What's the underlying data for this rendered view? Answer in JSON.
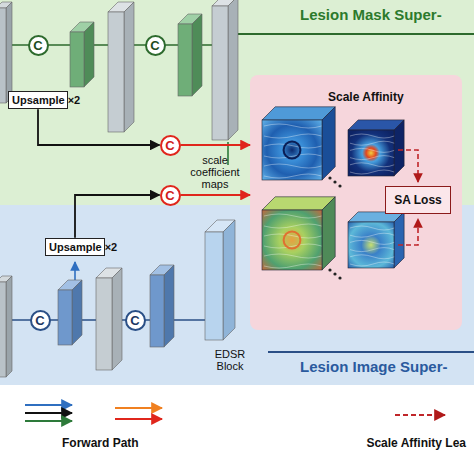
{
  "diagram": {
    "nodes": [
      {
        "text": [
          "Lesion Mask Super-"
        ]
      },
      {
        "text": [
          "C"
        ],
        "in": 0
      },
      {
        "text": [
          "C"
        ],
        "in": 0
      },
      {
        "text": [
          "Upsample ×2"
        ],
        "in": 0
      },
      {
        "text": [
          "C"
        ],
        "in": 0
      },
      {
        "text": [
          "C"
        ],
        "in": 0
      },
      {
        "text": [
          "Lesion Image Super-"
        ]
      },
      {
        "text": [
          "Upsample ×2"
        ],
        "in": 6
      },
      {
        "text": [
          "C"
        ],
        "in": 6
      },
      {
        "text": [
          "C"
        ],
        "in": 6
      },
      {
        "text": [
          "Scale Affinity"
        ]
      },
      {
        "text": [
          "SA Loss"
        ],
        "in": 10
      }
    ],
    "edges": [
      {
        "from": 3,
        "to": 4,
        "arrow": "to"
      },
      {
        "from": 4,
        "to": 10,
        "arrow": "to"
      },
      {
        "from": 5,
        "to": 10,
        "arrow": "to"
      },
      {
        "from": 7,
        "to": 5,
        "arrow": "to"
      }
    ],
    "labels": [
      "scale coefficient maps",
      "EDSR Block"
    ],
    "legend": [
      {
        "text": "Forward Path"
      },
      {
        "text": "Scale Affinity Lea"
      }
    ]
  }
}
